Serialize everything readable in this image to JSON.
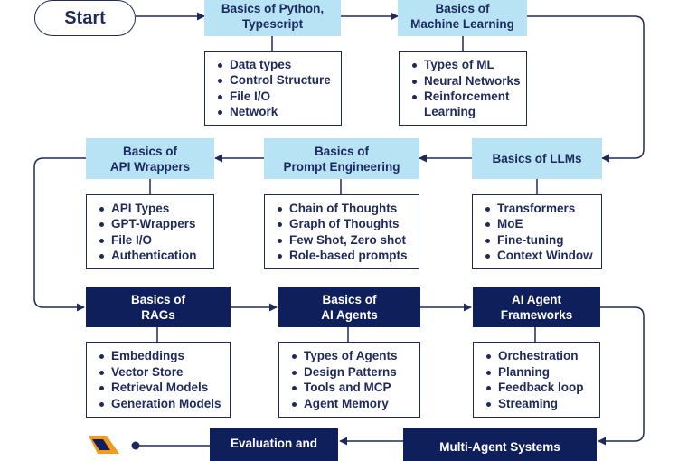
{
  "start": {
    "label": "Start"
  },
  "nodes": {
    "python": {
      "title": [
        "Basics of Python,",
        "Typescript"
      ],
      "items": [
        "Data types",
        "Control Structure",
        "File I/O",
        "Network"
      ]
    },
    "ml": {
      "title": [
        "Basics of",
        "Machine Learning"
      ],
      "items": [
        "Types of ML",
        "Neural Networks",
        "Reinforcement",
        "Learning"
      ]
    },
    "llms": {
      "title": [
        "Basics of LLMs"
      ],
      "items": [
        "Transformers",
        "MoE",
        "Fine-tuning",
        "Context Window"
      ]
    },
    "prompt": {
      "title": [
        "Basics of",
        "Prompt Engineering"
      ],
      "items": [
        "Chain of Thoughts",
        "Graph of Thoughts",
        "Few Shot, Zero shot",
        "Role-based prompts"
      ]
    },
    "api": {
      "title": [
        "Basics of",
        "API Wrappers"
      ],
      "items": [
        "API Types",
        "GPT-Wrappers",
        "File I/O",
        "Authentication"
      ]
    },
    "rags": {
      "title": [
        "Basics of",
        "RAGs"
      ],
      "items": [
        "Embeddings",
        "Vector Store",
        "Retrieval Models",
        "Generation Models"
      ]
    },
    "agents": {
      "title": [
        "Basics of",
        "AI Agents"
      ],
      "items": [
        "Types of Agents",
        "Design Patterns",
        "Tools and MCP",
        "Agent Memory"
      ]
    },
    "frameworks": {
      "title": [
        "AI Agent",
        "Frameworks"
      ],
      "items": [
        "Orchestration",
        "Planning",
        "Feedback loop",
        "Streaming"
      ]
    },
    "multi": {
      "title": [
        "Multi-Agent Systems"
      ]
    },
    "evaluation": {
      "title": [
        "Evaluation and"
      ]
    }
  },
  "colors": {
    "navy": "#0f1f5c",
    "light_blue": "#b8e3f5",
    "line": "#1f2a5a",
    "logo_orange": "#f39a1e"
  },
  "icons": {
    "logo": "orange-logo-icon"
  }
}
